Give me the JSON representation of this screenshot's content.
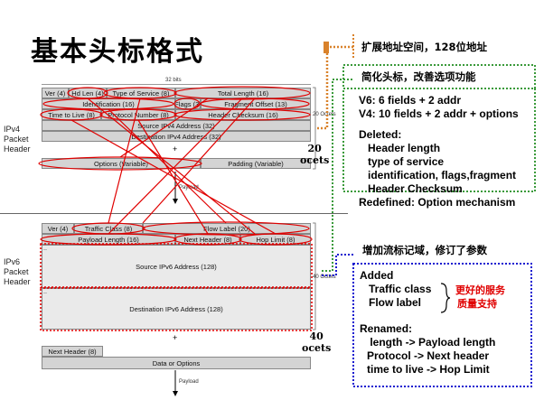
{
  "title": "基本头标格式",
  "diagram": {
    "bits_label": "32 bits",
    "ipv4_label": [
      "IPv4",
      "Packet",
      "Header"
    ],
    "ipv6_label": [
      "IPv6",
      "Packet",
      "Header"
    ],
    "ipv4_fields": {
      "ver": "Ver (4)",
      "hd_len": "Hd Len (4)",
      "tos": "Type of Service (8)",
      "total_length": "Total Length (16)",
      "identification": "Identification (16)",
      "flags": "Flags (3)",
      "fragment_offset": "Fragment Offset (13)",
      "ttl": "Time to Live (8)",
      "protocol": "Protocol Number (8)",
      "checksum": "Header Checksum (16)",
      "src": "Source IPv4 Address (32)",
      "dst": "Destination IPv4 Address (32)",
      "options": "Options (Variable)",
      "padding": "Padding (Variable)"
    },
    "ipv6_fields": {
      "ver": "Ver (4)",
      "traffic_class": "Traffic Class (8)",
      "flow_label": "Flow Label (20)",
      "payload_length": "Payload Length (16)",
      "next_header": "Next Header (8)",
      "hop_limit": "Hop Limit (8)",
      "src": "Source IPv6 Address (128)",
      "dst": "Destination IPv6 Address (128)",
      "next_header_bottom": "Next Header (8)",
      "data": "Data or Options"
    },
    "payload_label": "Payload",
    "octets_20_label": "20 Octets",
    "octets_40_label": "40 Octets",
    "plus": "+"
  },
  "octets_20": [
    "20",
    "ocets"
  ],
  "octets_40": [
    "40",
    "ocets"
  ],
  "callouts": {
    "expand_address": "扩展地址空间，128位地址",
    "simplify_header": "简化头标，改善选项功能",
    "add_flow": "增加流标记域，修订了参数"
  },
  "simplify_box": {
    "lines": [
      "V6: 6 fields  + 2 addr",
      "V4: 10 fields + 2 addr + options",
      "",
      "Deleted:",
      "   Header length",
      "   type of service",
      "   identification, flags,fragment",
      "   Header Checksum",
      "Redefined: Option  mechanism"
    ]
  },
  "added_box": {
    "added_title": "Added",
    "traffic_class": "Traffic class",
    "flow_label": "Flow label",
    "qos_1": "更好的服务",
    "qos_2": "质量支持",
    "renamed_title": "Renamed:",
    "renamed": [
      " length -> Payload length",
      "Protocol -> Next header",
      "time to live -> Hop Limit"
    ]
  },
  "colors": {
    "orange": "#d9822b",
    "green": "#3a9a3a",
    "blue": "#1a1ad0",
    "red": "#e00000",
    "field_gray": "#d4d4d4"
  }
}
